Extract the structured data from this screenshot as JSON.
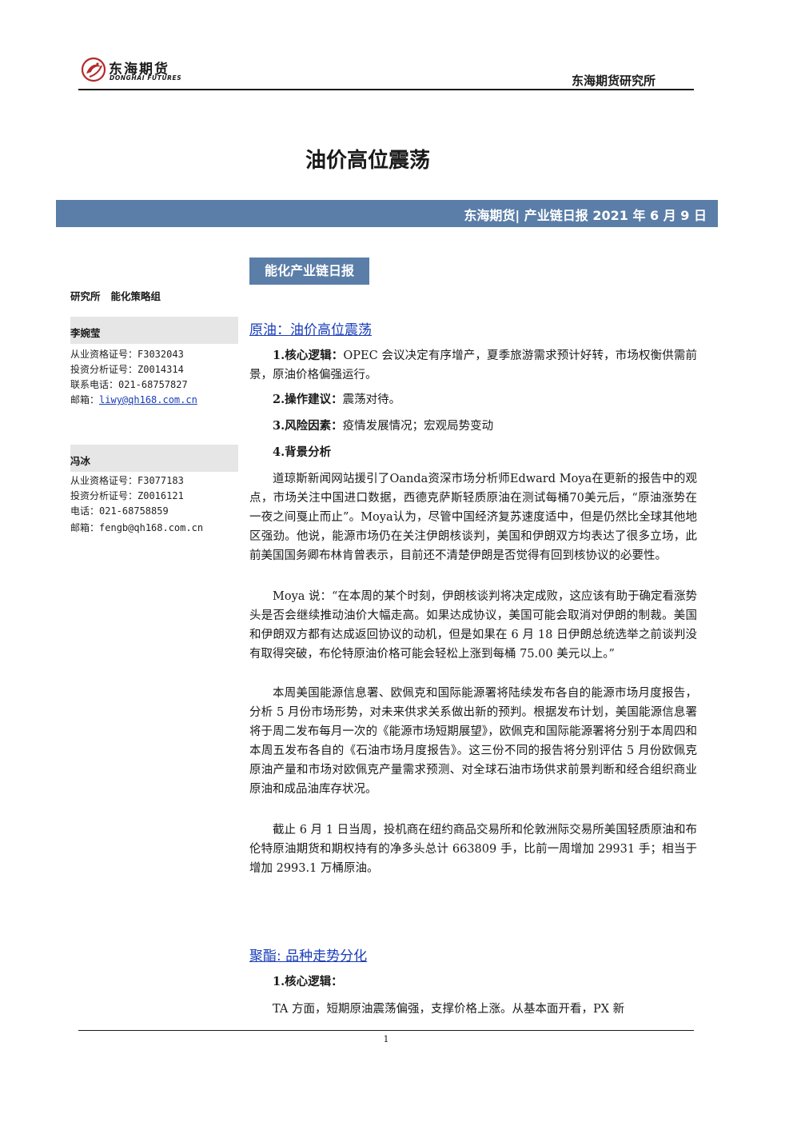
{
  "header": {
    "logo_cn": "东海期货",
    "logo_en": "DONGHAI FUTURES",
    "institute": "东海期货研究所"
  },
  "title": "油价高位震荡",
  "banner": "东海期货| 产业链日报 2021 年 6 月 9 日",
  "section_chip": "能化产业链日报",
  "sidebar": {
    "group": "研究所   能化策略组",
    "people": [
      {
        "name": "李婉莹",
        "lines": [
          "从业资格证号：F3032043",
          "投资分析证号：Z0014314",
          "联系电话：021-68757827"
        ],
        "email_label": "邮箱：",
        "email": "liwy@qh168.com.cn"
      },
      {
        "name": "冯冰",
        "lines": [
          "从业资格证号：F3077183",
          "投资分析证号：Z0016121",
          "电话：021-68758859"
        ],
        "email_label": "邮箱：",
        "email": "fengb@qh168.com.cn"
      }
    ]
  },
  "oil": {
    "heading": "原油：油价高位震荡",
    "logic_label": "1.核心逻辑：",
    "logic_text": "OPEC 会议决定有序增产，夏季旅游需求预计好转，市场权衡供需前景，原油价格偏强运行。",
    "advice_label": "2.操作建议：",
    "advice_text": "震荡对待。",
    "risk_label": "3.风险因素：",
    "risk_text": "疫情发展情况；宏观局势变动",
    "bg_label": "4.背景分析",
    "paragraphs": [
      "道琼斯新闻网站援引了Oanda资深市场分析师Edward Moya在更新的报告中的观点，市场关注中国进口数据，西德克萨斯轻质原油在测试每桶70美元后，“原油涨势在一夜之间戛止而止”。Moya认为，尽管中国经济复苏速度适中，但是仍然比全球其他地区强劲。他说，能源市场仍在关注伊朗核谈判，美国和伊朗双方均表达了很多立场，此前美国国务卿布林肯曾表示，目前还不清楚伊朗是否觉得有回到核协议的必要性。",
      "Moya 说：“在本周的某个时刻，伊朗核谈判将决定成败，这应该有助于确定看涨势头是否会继续推动油价大幅走高。如果达成协议，美国可能会取消对伊朗的制裁。美国和伊朗双方都有达成返回协议的动机，但是如果在 6 月 18 日伊朗总统选举之前谈判没有取得突破，布伦特原油价格可能会轻松上涨到每桶 75.00 美元以上。”",
      "本周美国能源信息署、欧佩克和国际能源署将陆续发布各自的能源市场月度报告，分析 5 月份市场形势，对未来供求关系做出新的预判。根据发布计划，美国能源信息署将于周二发布每月一次的《能源市场短期展望》，欧佩克和国际能源署将分别于本周四和本周五发布各自的《石油市场月度报告》。这三份不同的报告将分别评估 5 月份欧佩克原油产量和市场对欧佩克产量需求预测、对全球石油市场供求前景判断和经合组织商业原油和成品油库存状况。",
      "截止 6 月 1 日当周，投机商在纽约商品交易所和伦敦洲际交易所美国轻质原油和布伦特原油期货和期权持有的净多头总计 663809 手，比前一周增加 29931 手；相当于增加 2993.1 万桶原油。"
    ]
  },
  "pta": {
    "heading": "聚酯: 品种走势分化",
    "logic_label": "1.核心逻辑：",
    "text": "TA 方面，短期原油震荡偏强，支撑价格上涨。从基本面开看，PX 新"
  },
  "footer": {
    "page": "1"
  },
  "colors": {
    "banner": "#5b7ea8",
    "link": "#1a3db8",
    "sidebar_box": "#e6e6e6"
  }
}
